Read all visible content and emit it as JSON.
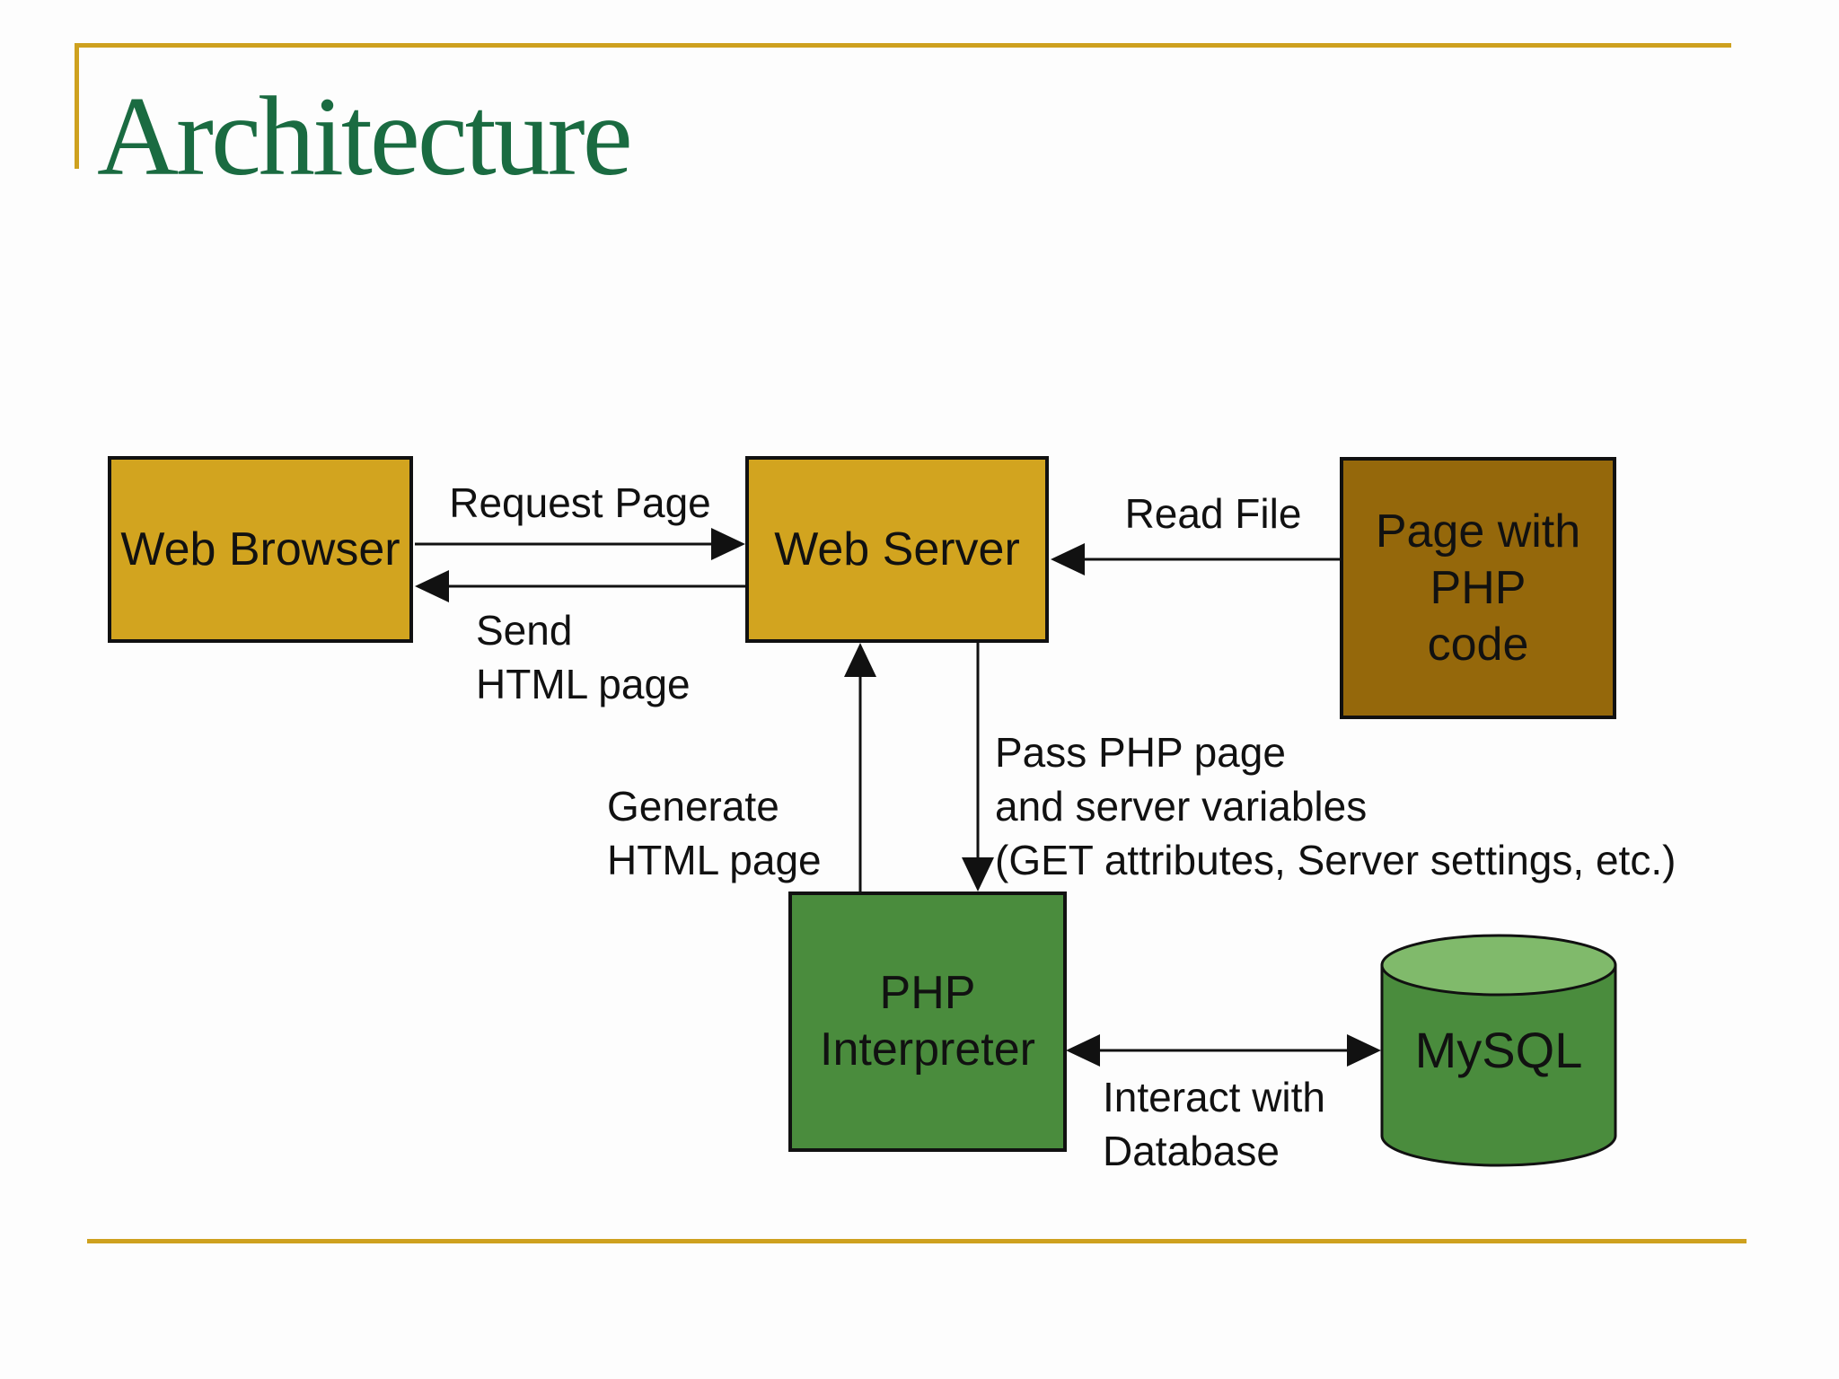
{
  "slide": {
    "title": "Architecture",
    "title_color": "#1A6B41",
    "accent_color": "#CEA11F",
    "background_color": "#FDFDFD"
  },
  "diagram": {
    "nodes": {
      "web_browser": {
        "label": "Web Browser",
        "color": "#D2A41F"
      },
      "web_server": {
        "label": "Web Server",
        "color": "#D2A41F"
      },
      "php_page": {
        "lines": [
          "Page with",
          "PHP",
          "code"
        ],
        "color": "#95680B"
      },
      "php_interpreter": {
        "lines": [
          "PHP",
          "Interpreter"
        ],
        "color": "#4A8C3D"
      },
      "mysql": {
        "label": "MySQL",
        "shape": "cylinder",
        "color": "#4A8C3D",
        "top_color": "#80BA6B"
      }
    },
    "edges": {
      "request": {
        "label": "Request Page",
        "from": "Web Browser",
        "to": "Web Server"
      },
      "send": {
        "lines": [
          "Send",
          "HTML page"
        ],
        "from": "Web Server",
        "to": "Web Browser"
      },
      "read": {
        "label": "Read File",
        "from": "Page with PHP code",
        "to": "Web Server"
      },
      "generate": {
        "lines": [
          "Generate",
          "HTML page"
        ],
        "from": "PHP Interpreter",
        "to": "Web Server"
      },
      "pass": {
        "lines": [
          "Pass PHP page",
          "and server variables",
          "(GET attributes, Server settings, etc.)"
        ],
        "from": "Web Server",
        "to": "PHP Interpreter"
      },
      "interact": {
        "lines": [
          "Interact with",
          "Database"
        ],
        "from": "PHP Interpreter",
        "to": "MySQL",
        "bidirectional": true
      }
    }
  }
}
